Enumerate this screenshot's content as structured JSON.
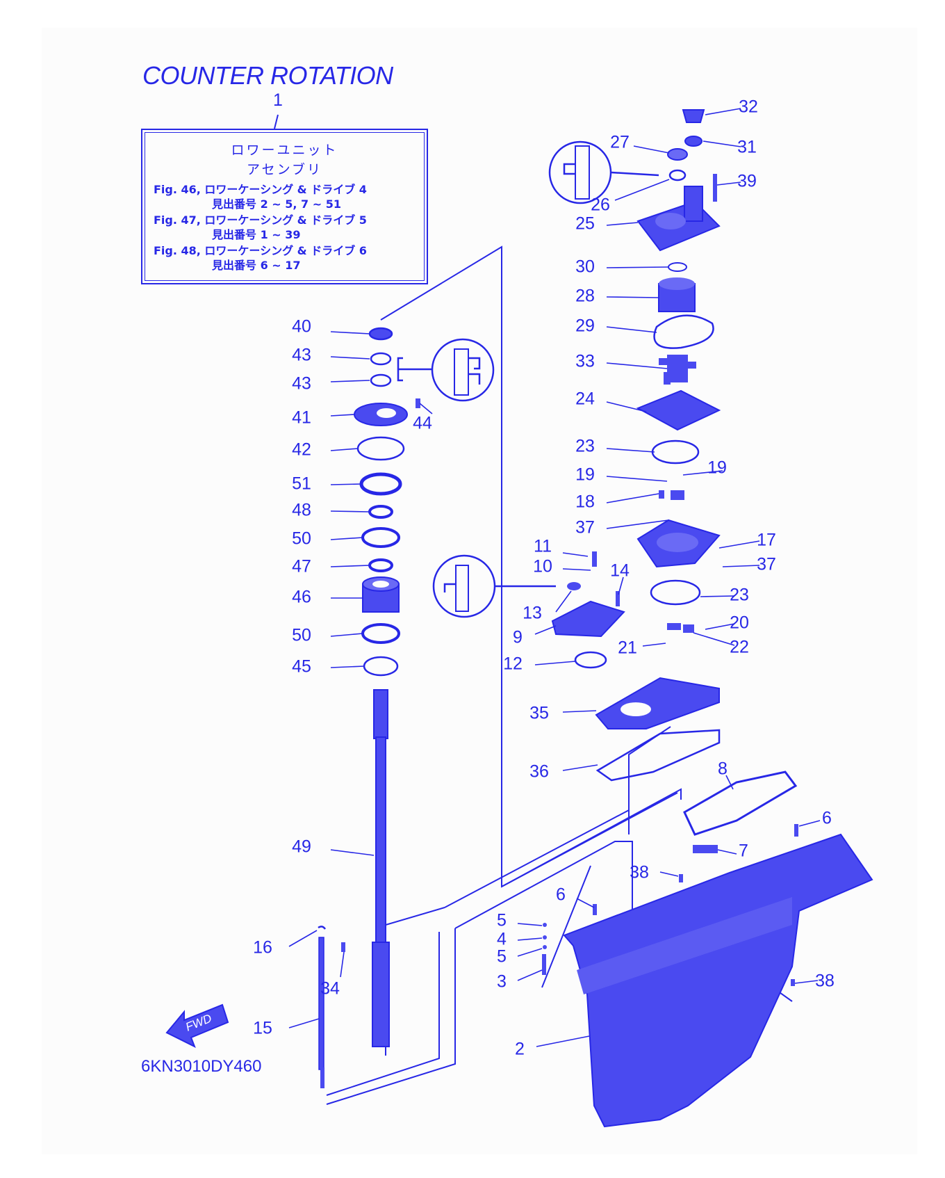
{
  "title": "COUNTER ROTATION",
  "assembly": {
    "number": "1",
    "name_line1": "ロワーユニット",
    "name_line2": "アセンブリ",
    "refs": [
      {
        "fig": "Fig. 46, ロワーケーシング & ドライブ 4",
        "range": "見出番号 2 ~ 5, 7 ~ 51"
      },
      {
        "fig": "Fig. 47, ロワーケーシング & ドライブ 5",
        "range": "見出番号 1 ~ 39"
      },
      {
        "fig": "Fig. 48, ロワーケーシング & ドライブ 6",
        "range": "見出番号 6 ~ 17"
      }
    ]
  },
  "drawing_code": "6KN3010DY460",
  "fwd_label": "FWD",
  "colors": {
    "ink": "#2727e6",
    "fill": "#4a4af0",
    "background": "#fcfcfc"
  },
  "callouts": [
    "40",
    "43",
    "43",
    "41",
    "44",
    "42",
    "51",
    "48",
    "50",
    "47",
    "46",
    "50",
    "45",
    "49",
    "16",
    "34",
    "15",
    "32",
    "27",
    "31",
    "39",
    "26",
    "25",
    "30",
    "28",
    "29",
    "33",
    "24",
    "23",
    "19",
    "19",
    "18",
    "37",
    "17",
    "37",
    "11",
    "10",
    "14",
    "13",
    "23",
    "9",
    "20",
    "21",
    "22",
    "12",
    "35",
    "36",
    "8",
    "6",
    "7",
    "38",
    "6",
    "5",
    "4",
    "5",
    "3",
    "38",
    "2"
  ]
}
